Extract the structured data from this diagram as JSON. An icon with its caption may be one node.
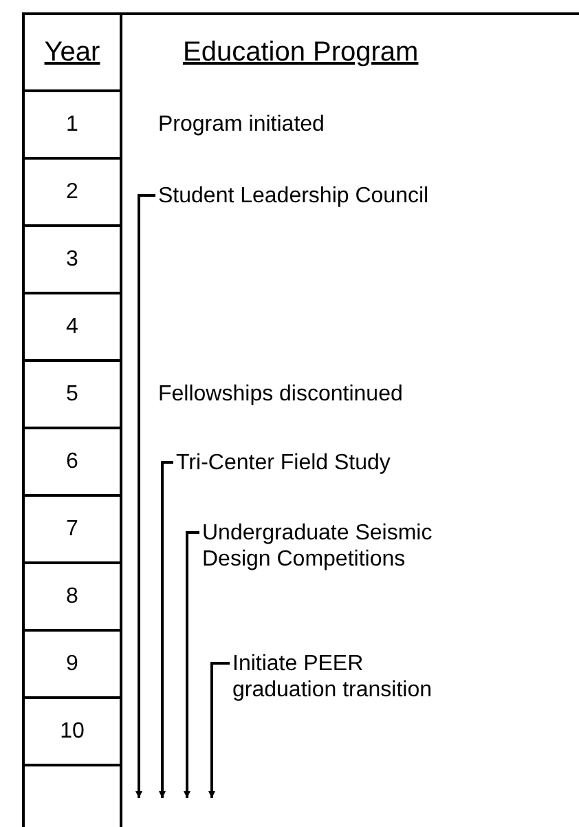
{
  "diagram": {
    "nodes": [
      {
        "text": [
          "Student Leadership Council"
        ]
      },
      {
        "text": [
          "Tri-Center Field Study"
        ]
      },
      {
        "text": [
          "Undergraduate Seismic Design Competitions"
        ]
      },
      {
        "text": [
          "Initiate PEER graduation transition"
        ]
      }
    ],
    "edges": [
      {
        "from": 0,
        "to": null,
        "arrow": "to"
      },
      {
        "from": 1,
        "to": null,
        "arrow": "to"
      },
      {
        "from": 2,
        "to": null,
        "arrow": "to"
      },
      {
        "from": 3,
        "to": null,
        "arrow": "to"
      }
    ],
    "labels": [
      "Year",
      "Education Program",
      "1",
      "Program initiated",
      "2",
      "3",
      "4",
      "5",
      "Fellowships discontinued",
      "6",
      "7",
      "8",
      "9",
      "10"
    ]
  }
}
